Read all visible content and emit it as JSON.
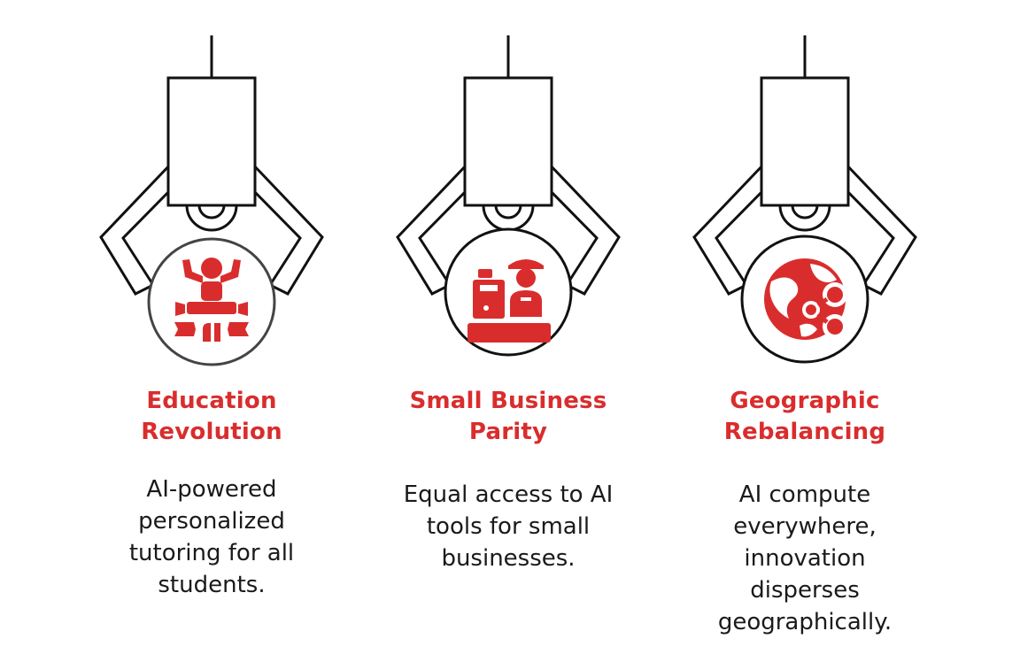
{
  "colors": {
    "accent": "#d92d2d",
    "stroke": "#111111",
    "ring": "#444444",
    "text": "#1a1a1a"
  },
  "cards": [
    {
      "icon": "student-desk-icon",
      "title_line1": "Education",
      "title_line2": "Revolution",
      "description": "AI-powered personalized tutoring for all students."
    },
    {
      "icon": "cashier-register-icon",
      "title_line1": "Small Business",
      "title_line2": "Parity",
      "description": "Equal access to AI tools for small businesses."
    },
    {
      "icon": "globe-share-icon",
      "title_line1": "Geographic",
      "title_line2": "Rebalancing",
      "description": "AI compute everywhere, innovation disperses geographically."
    }
  ]
}
